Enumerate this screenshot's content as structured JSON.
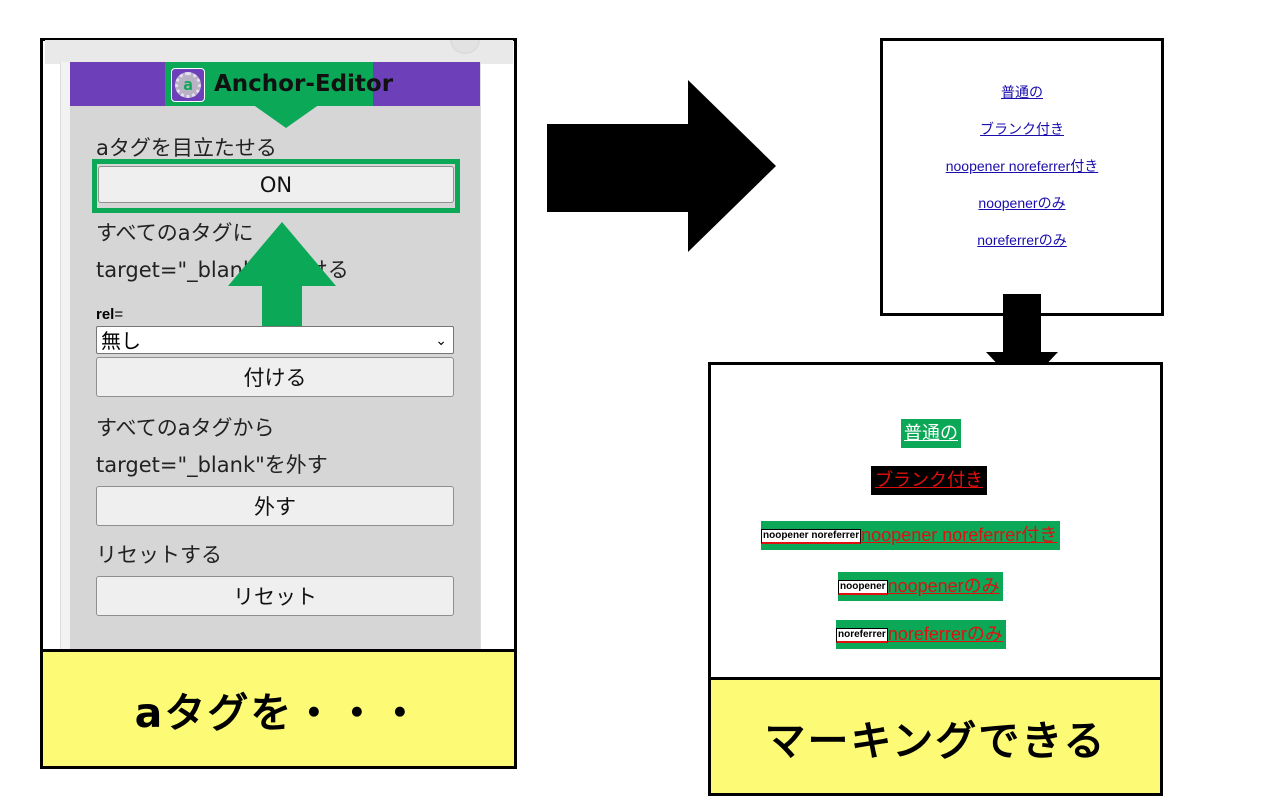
{
  "extension": {
    "title": "Anchor-Editor",
    "logo_letter": "a"
  },
  "popup": {
    "highlight_label": "aタグを目立たせる",
    "highlight_button": "ON",
    "blank_add_line1": "すべてのaタグに",
    "blank_add_line2": "target=\"_blank\"を付ける",
    "rel_label": "rel",
    "rel_equals": "=",
    "rel_select_value": "無し",
    "attach_button": "付ける",
    "blank_remove_line1": "すべてのaタグから",
    "blank_remove_line2": "target=\"_blank\"を外す",
    "remove_button": "外す",
    "reset_label": "リセットする",
    "reset_button": "リセット"
  },
  "captions": {
    "left": "aタグを・・・",
    "right": "マーキングできる"
  },
  "preview_before": {
    "links": [
      "普通の",
      "ブランク付き",
      "noopener noreferrer付き",
      "noopenerのみ",
      "noreferrerのみ"
    ]
  },
  "preview_after": {
    "link_normal": "普通の",
    "link_blank": "ブランク付き",
    "tag_both": "noopener noreferrer",
    "link_both": "noopener noreferrer付き",
    "tag_noopener": "noopener",
    "link_noopener": "noopenerのみ",
    "tag_noreferrer": "noreferrer",
    "link_noreferrer": "noreferrerのみ"
  },
  "colors": {
    "brand_purple": "#6d40ba",
    "brand_green": "#0aa857",
    "caption_yellow": "#fdfb75",
    "mark_red": "#e01010",
    "link_blue": "#1a0dab"
  },
  "icons": {
    "logo": "gear-a-logo-icon",
    "dropdown": "chevron-down-icon",
    "arrow_right": "arrow-right-icon",
    "arrow_down": "arrow-down-icon",
    "arrow_up": "arrow-up-icon"
  }
}
